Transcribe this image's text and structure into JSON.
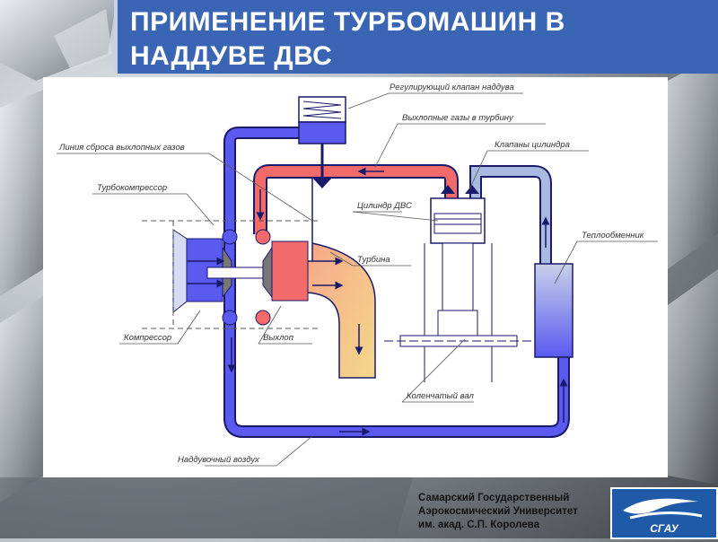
{
  "slide": {
    "title": "ПРИМЕНЕНИЕ ТУРБОМАШИН В НАДДУВЕ ДВС"
  },
  "diagram": {
    "labels": {
      "boost_valve": "Регулирующий клапан наддува",
      "exhaust_to_turbine": "Выхлопные газы в турбину",
      "bypass_line": "Линия сброса выхлопных газов",
      "cylinder_valves": "Клапаны цилиндра",
      "turbocharger": "Турбокомпрессор",
      "cylinder": "Цилиндр ДВС",
      "heat_exchanger": "Теплообменник",
      "turbine": "Турбина",
      "compressor": "Компрессор",
      "exhaust": "Выхлоп",
      "crankshaft": "Коленчатый вал",
      "boost_air": "Наддувочный воздух"
    },
    "colors": {
      "air": "#5a5af0",
      "exhaust_hot": "#f26a6a",
      "exhaust_warm": "#f4c87a",
      "cooled_air": "#a9b9e0",
      "outline": "#1a1a6a"
    }
  },
  "footer": {
    "line1": "Самарский Государственный",
    "line2": "Аэрокосмический Университет",
    "line3": "им. акад. С.П. Королева",
    "logo_text": "СГАУ"
  }
}
